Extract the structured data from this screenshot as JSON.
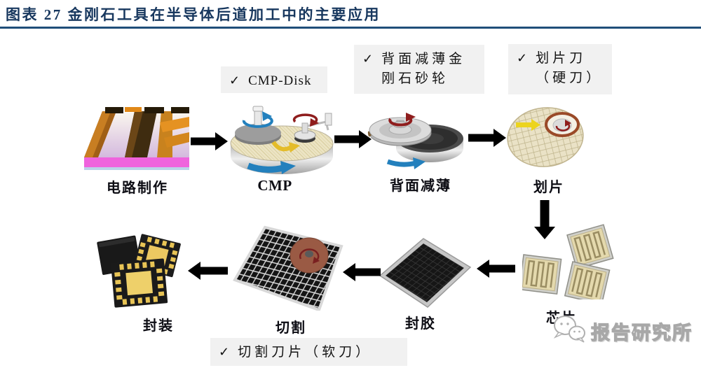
{
  "header": {
    "title": "图表 27  金刚石工具在半导体后道加工中的主要应用"
  },
  "colors": {
    "accent_navy": "#17375e",
    "rule_blue": "#1f4e79",
    "callout_bg": "#f1f1f1",
    "arrow_black": "#000000",
    "substrate_pink": "#ef63dd",
    "rotation_blue": "#2380bd",
    "rotation_red": "#8f1d1d"
  },
  "callouts": {
    "cmp_disk": {
      "check": "✓",
      "line1": "CMP-Disk"
    },
    "grinding_wheel": {
      "check": "✓",
      "line1": "背面减薄金",
      "line2": "刚石砂轮"
    },
    "dicing_blade": {
      "check": "✓",
      "line1": "划片刀",
      "line2": "（硬刀）"
    },
    "cutting_blade": {
      "check": "✓",
      "line1": "切割刀片（软刀）"
    }
  },
  "steps": {
    "circuit": {
      "label": "电路制作"
    },
    "cmp": {
      "label": "CMP"
    },
    "grinding": {
      "label": "背面减薄"
    },
    "dicing": {
      "label": "划片"
    },
    "chips": {
      "label": "芯片"
    },
    "molding": {
      "label": "封胶"
    },
    "cutting": {
      "label": "切割"
    },
    "packaging": {
      "label": "封装"
    }
  },
  "watermark": {
    "icon": "wechat-icon",
    "text": "报告研究所"
  }
}
